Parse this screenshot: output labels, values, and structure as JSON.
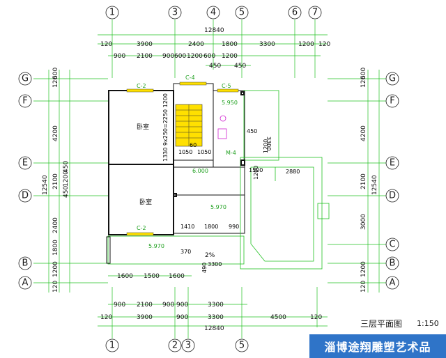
{
  "axis_top": [
    "1",
    "3",
    "4",
    "5",
    "6",
    "7"
  ],
  "axis_bottom": [
    "1",
    "2",
    "3",
    "5"
  ],
  "axis_left": [
    "G",
    "F",
    "E",
    "D",
    "B",
    "A"
  ],
  "axis_right": [
    "G",
    "F",
    "E",
    "D",
    "C",
    "B",
    "A"
  ],
  "top_dims": {
    "total": "12840",
    "row1": [
      "120",
      "3900",
      "2400",
      "1800",
      "3300",
      "1200",
      "120"
    ],
    "row2": [
      "900",
      "2100",
      "900",
      "600",
      "1200",
      "600",
      "1200"
    ],
    "row3": [
      "450",
      "450"
    ]
  },
  "bottom_dims": {
    "total": "12840",
    "row1": [
      "120",
      "3900",
      "900",
      "3300",
      "4500",
      "120"
    ],
    "row2": [
      "900",
      "2100",
      "900",
      "900",
      "3300"
    ],
    "row3": [
      "1600",
      "1500",
      "1600"
    ]
  },
  "left_dims": {
    "total": "12540",
    "outer": [
      "120",
      "4200",
      "2100",
      "2400",
      "1800",
      "1200",
      "120"
    ],
    "inner": [
      "600",
      "450",
      "1200",
      "450"
    ]
  },
  "right_dims": {
    "total": "12540",
    "outer": [
      "120",
      "4200",
      "2100",
      "3000",
      "1200",
      "120"
    ],
    "inner": [
      "600"
    ]
  },
  "plan": {
    "room_upper": "卧室",
    "room_lower": "卧室",
    "labels": {
      "c2_top": "C-2",
      "c4_top": "C-4",
      "c5_top": "C-5",
      "c2_bottom": "C-2",
      "m4": "M-4",
      "elev_5950": "5.950",
      "elev_6000": "6.000",
      "elev_5970a": "5.970",
      "elev_5970b": "5.970",
      "stair_dim": "1330 9x250=2250 1200",
      "d1050a": "1050",
      "d1050b": "1050",
      "d60": "60",
      "d450": "450",
      "d3300r": "3300",
      "d1500": "1500",
      "d2880": "2880",
      "d1200v": "1200",
      "d1200h": "1200",
      "d1410": "1410",
      "d1800": "1800",
      "d990": "990",
      "d370": "370",
      "d2pct": "2%",
      "d490": "490",
      "d3300b": "3300"
    }
  },
  "title": "三层平面图",
  "scale": "1:150",
  "banner": "淄博途翔雕塑艺术品"
}
